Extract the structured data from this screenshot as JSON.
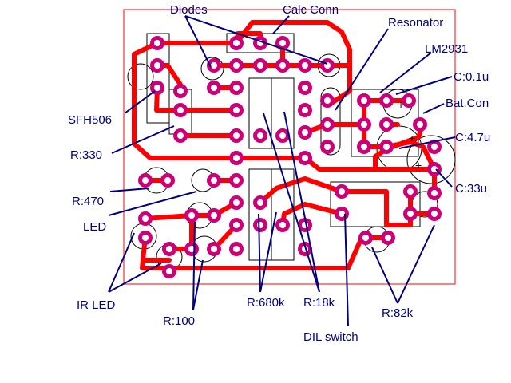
{
  "colors": {
    "board_outline": "#ff0000",
    "track": "#ff0000",
    "pad": "#cc0077",
    "label": "#000080",
    "component_outline": "#000000"
  },
  "labels": {
    "diodes": "Diodes",
    "calc_conn": "Calc Conn",
    "resonator": "Resonator",
    "lm2931": "LM2931",
    "c_0_1u": "C:0.1u",
    "bat_con": "Bat.Con",
    "sfh506": "SFH506",
    "c_4_7u": "C:4.7u",
    "r_330": "R:330",
    "c_33u": "C:33u",
    "r_470": "R:470",
    "led": "LED",
    "ir_led": "IR LED",
    "r_680k": "R:680k",
    "r_18k": "R:18k",
    "r_100": "R:100",
    "r_82k": "R:82k",
    "dil_switch": "DIL switch"
  }
}
